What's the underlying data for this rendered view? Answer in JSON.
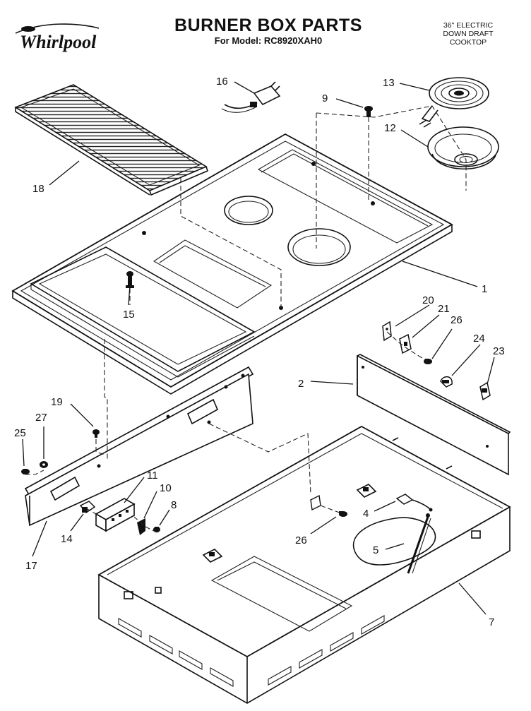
{
  "header": {
    "brand": "Whirlpool",
    "title": "BURNER BOX PARTS",
    "model_line": "For Model: RC8920XAH0",
    "product_lines": [
      "36\" ELECTRIC",
      "DOWN DRAFT",
      "COOKTOP"
    ]
  },
  "callouts": {
    "c1": "1",
    "c2": "2",
    "c4": "4",
    "c5": "5",
    "c7": "7",
    "c8": "8",
    "c9": "9",
    "c10": "10",
    "c11": "11",
    "c12": "12",
    "c13": "13",
    "c14": "14",
    "c15": "15",
    "c16": "16",
    "c17": "17",
    "c18": "18",
    "c19": "19",
    "c20": "20",
    "c21": "21",
    "c23": "23",
    "c24": "24",
    "c25": "25",
    "c26a": "26",
    "c26b": "26",
    "c27": "27"
  }
}
